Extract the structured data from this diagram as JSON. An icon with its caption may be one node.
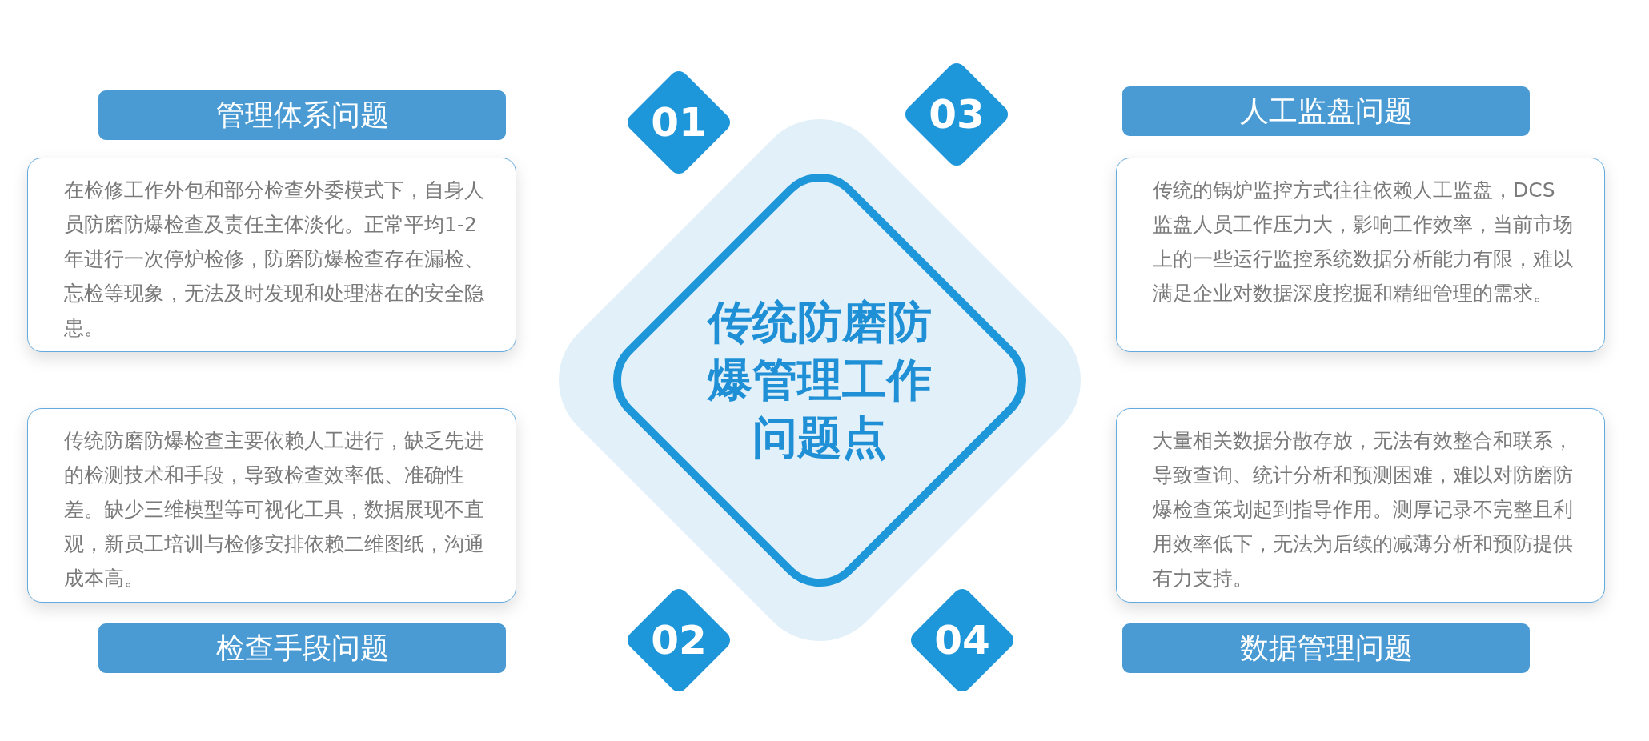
{
  "diagram": {
    "nodes": [
      {
        "text": [
          "管理体系问题"
        ]
      },
      {
        "text": [
          "01"
        ]
      },
      {
        "text": [
          "03"
        ]
      },
      {
        "text": [
          "人工监盘问题"
        ]
      },
      {
        "text": [
          "在检修工作外包和部分检查外委模式下，自身人员防磨防爆检查及责任主体淡化。正常平均1-2年进行一次停炉检修，防磨防爆检查存在漏检、忘检等现象，无法及时发现和处理潜在的安全隐患。"
        ]
      },
      {
        "text": [
          "传统防磨防爆管理工作问题点"
        ]
      },
      {
        "text": [
          "传统的锅炉监控方式往往依赖人工监盘，DCS监盘人员工作压力大，影响工作效率，当前市场上的一些运行监控系统数据分析能力有限，难以满足企业对数据深度挖掘和精细管理的需求。"
        ]
      },
      {
        "text": [
          "传统防磨防爆检查主要依赖人工进行，缺乏先进的检测技术和手段，导致检查效率低、准确性差。缺少三维模型等可视化工具，数据展现不直观，新员工培训与检修安排依赖二维图纸，沟通成本高。"
        ]
      },
      {
        "text": [
          "大量相关数据分散存放，无法有效整合和联系，导致查询、统计分析和预测困难，难以对防磨防爆检查策划起到指导作用。测厚记录不完整且利用效率低下，无法为后续的减薄分析和预防提供有力支持。"
        ]
      },
      {
        "text": [
          "02"
        ]
      },
      {
        "text": [
          "检查手段问题"
        ]
      },
      {
        "text": [
          "04"
        ]
      },
      {
        "text": [
          "数据管理问题"
        ]
      }
    ]
  }
}
